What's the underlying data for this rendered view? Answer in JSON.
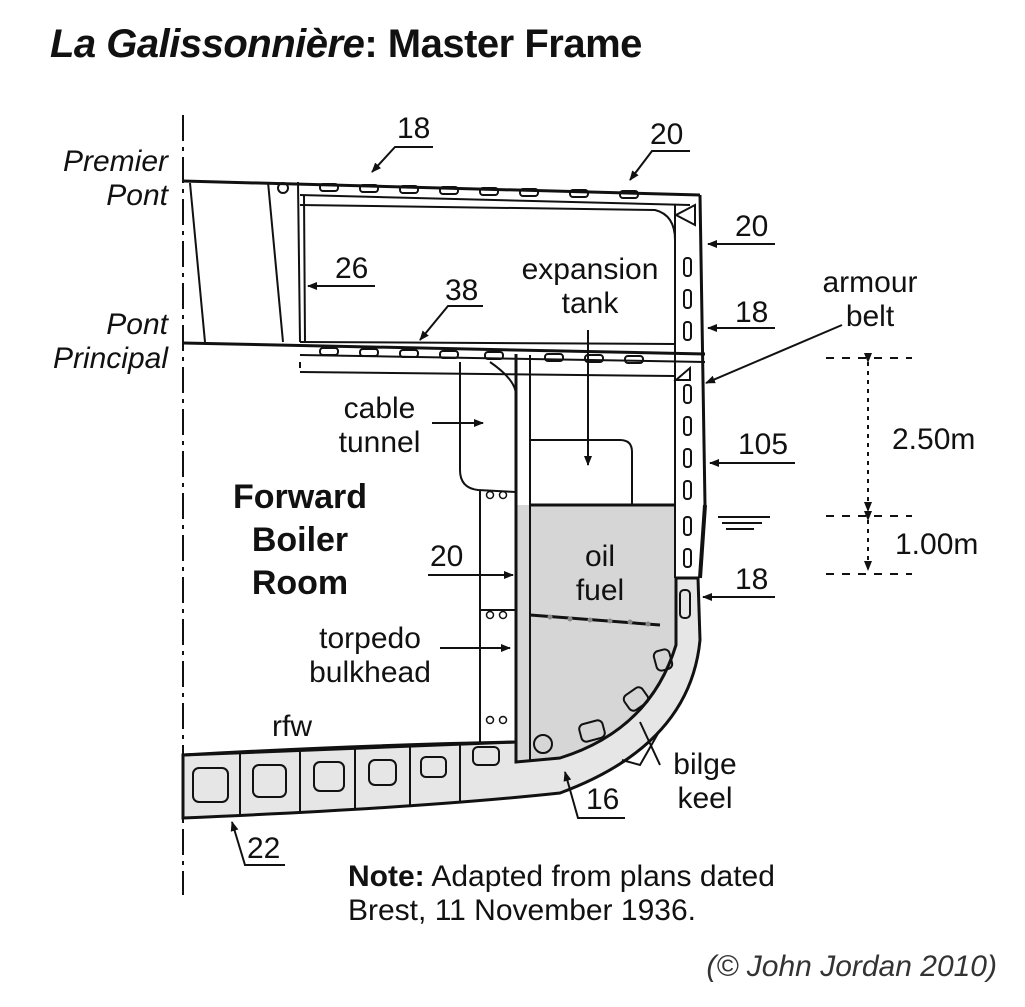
{
  "title": {
    "ship": "La Galissonnière",
    "rest": ": Master Frame"
  },
  "decks": {
    "premier_1": "Premier",
    "premier_2": "Pont",
    "principal_1": "Pont",
    "principal_2": "Principal"
  },
  "labels": {
    "expansion_1": "expansion",
    "expansion_2": "tank",
    "armour_1": "armour",
    "armour_2": "belt",
    "cable_1": "cable",
    "cable_2": "tunnel",
    "boiler_1": "Forward",
    "boiler_2": "Boiler",
    "boiler_3": "Room",
    "oil_1": "oil",
    "oil_2": "fuel",
    "torpedo_1": "torpedo",
    "torpedo_2": "bulkhead",
    "rfw": "rfw",
    "bilge_1": "bilge",
    "bilge_2": "keel"
  },
  "thickness": {
    "deck1_a": "18",
    "deck1_b": "20",
    "side_upper": "20",
    "side_mid": "18",
    "bulkhead_upper": "26",
    "deck2": "38",
    "belt": "105",
    "torpedo": "20",
    "side_lower": "18",
    "bottom_outer": "16",
    "bottom_inner": "22"
  },
  "dimensions": {
    "upper": "2.50m",
    "lower": "1.00m"
  },
  "note": {
    "label": "Note:",
    "line1": " Adapted from plans dated",
    "line2": "Brest, 11 November 1936."
  },
  "copyright": "(© John Jordan 2010)",
  "colors": {
    "line": "#111111",
    "fuel": "#d4d4d4",
    "bottom": "#e4e4e4"
  }
}
